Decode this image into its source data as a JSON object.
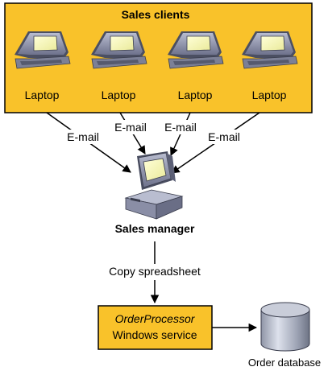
{
  "clients_group": {
    "title": "Sales clients",
    "laptops": [
      {
        "label": "Laptop"
      },
      {
        "label": "Laptop"
      },
      {
        "label": "Laptop"
      },
      {
        "label": "Laptop"
      }
    ],
    "fill_color": "#f9c22a",
    "border_color": "#000000"
  },
  "edges": {
    "email_labels": [
      "E-mail",
      "E-mail",
      "E-mail",
      "E-mail"
    ],
    "copy_label": "Copy spreadsheet"
  },
  "manager": {
    "label": "Sales manager"
  },
  "service": {
    "name": "OrderProcessor",
    "subtitle": "Windows service",
    "fill_color": "#f9c22a"
  },
  "database": {
    "label": "Order database"
  },
  "icons": {
    "laptop": "laptop-icon",
    "computer": "desktop-computer-icon",
    "database": "database-cylinder-icon"
  }
}
